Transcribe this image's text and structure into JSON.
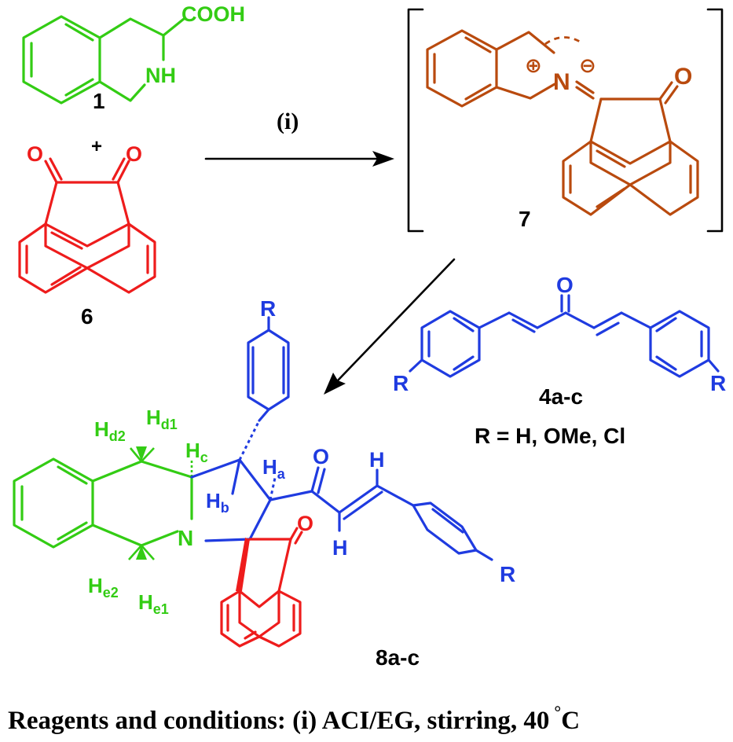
{
  "compound_1": {
    "label": "1",
    "cooh": "COOH",
    "nh": "NH",
    "color": "#33cc14"
  },
  "plus_sign": "+",
  "compound_6": {
    "label": "6",
    "o1": "O",
    "o2": "O",
    "color": "#ee1c1c"
  },
  "reaction_step": {
    "label": "(i)"
  },
  "intermediate_7": {
    "label": "7",
    "n": "N",
    "o": "O",
    "plus_charge": "⊕",
    "minus_charge": "⊖",
    "color": "#b94a0e"
  },
  "compound_4": {
    "label": "4a-c",
    "o": "O",
    "r_left": "R",
    "r_right": "R",
    "substituents": "R = H, OMe, Cl",
    "color": "#1f3be0"
  },
  "product_8": {
    "label": "8a-c",
    "n": "N",
    "o_ketone": "O",
    "o_enone": "O",
    "r_top": "R",
    "r_right": "R",
    "vinyl_h_top": "H",
    "vinyl_h_bottom": "H",
    "h_d2": {
      "main": "H",
      "sub": "d2"
    },
    "h_d1": {
      "main": "H",
      "sub": "d1"
    },
    "h_c": {
      "main": "H",
      "sub": "c"
    },
    "h_a": {
      "main": "H",
      "sub": "a"
    },
    "h_b": {
      "main": "H",
      "sub": "b"
    },
    "h_e2": {
      "main": "H",
      "sub": "e2"
    },
    "h_e1": {
      "main": "H",
      "sub": "e1"
    }
  },
  "caption": {
    "text": "Reagents and conditions: (i) ACI/EG, stirring, 40",
    "degree": "°",
    "unit": "C"
  }
}
